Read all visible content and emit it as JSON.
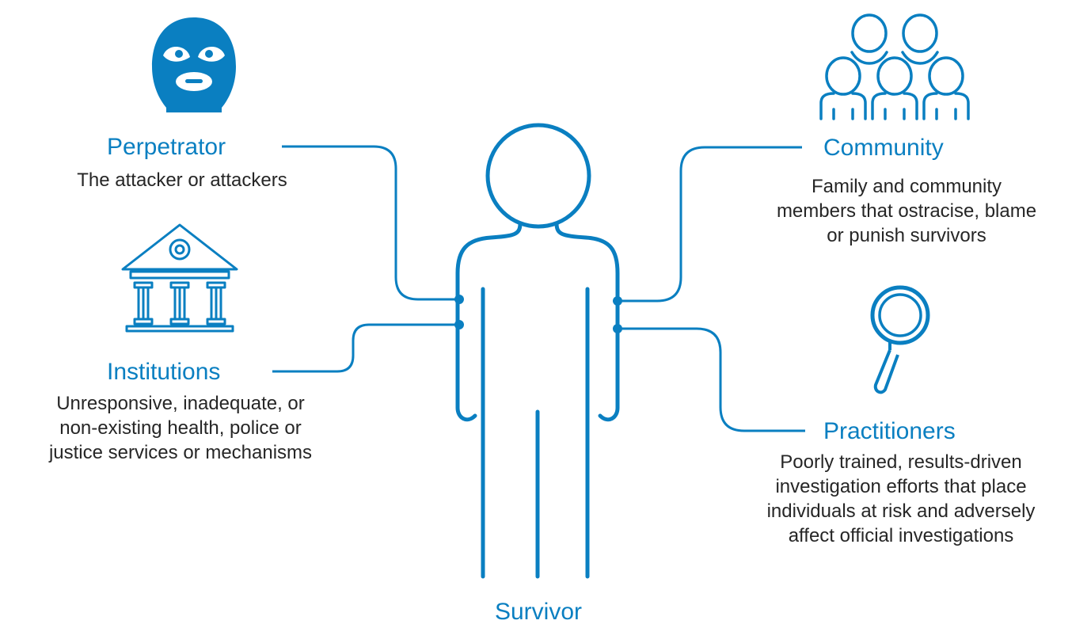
{
  "colors": {
    "accent": "#0a7fc1",
    "text": "#262626"
  },
  "center": {
    "label": "Survivor",
    "icon": "person-outline-icon"
  },
  "actors": {
    "perpetrator": {
      "title": "Perpetrator",
      "description": "The attacker or attackers",
      "icon": "balaclava-mask-icon"
    },
    "institutions": {
      "title": "Institutions",
      "lines": [
        "Unresponsive, inadequate, or",
        "non-existing health, police or",
        "justice services or mechanisms"
      ],
      "icon": "courthouse-icon"
    },
    "community": {
      "title": "Community",
      "lines": [
        "Family and community",
        "members that ostracise, blame",
        "or punish survivors"
      ],
      "icon": "group-of-people-icon"
    },
    "practitioners": {
      "title": "Practitioners",
      "lines": [
        "Poorly trained, results-driven",
        "investigation efforts that place",
        "individuals at risk and adversely",
        "affect official investigations"
      ],
      "icon": "magnifying-glass-icon"
    }
  }
}
